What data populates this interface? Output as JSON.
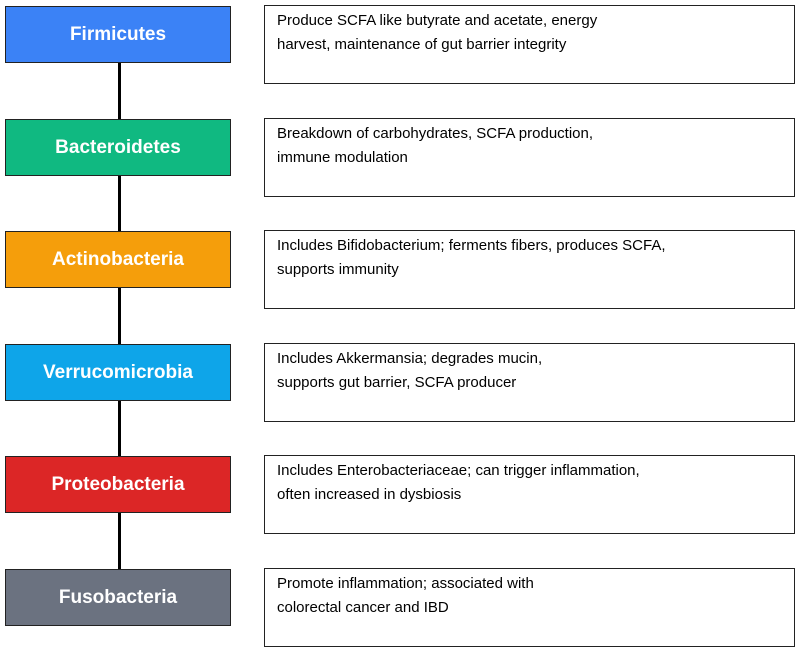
{
  "phyla": [
    {
      "name": "Firmicutes",
      "color": "#3b82f6",
      "description": [
        "Produce SCFA like butyrate and acetate, energy",
        "harvest, maintenance of gut barrier integrity"
      ]
    },
    {
      "name": "Bacteroidetes",
      "color": "#10b981",
      "description": [
        "Breakdown of carbohydrates, SCFA production,",
        "immune modulation"
      ]
    },
    {
      "name": "Actinobacteria",
      "color": "#f59e0b",
      "description": [
        "Includes Bifidobacterium; ferments fibers, produces SCFA,",
        "supports immunity"
      ]
    },
    {
      "name": "Verrucomicrobia",
      "color": "#0ea5e9",
      "description": [
        "Includes Akkermansia; degrades mucin,",
        "supports gut barrier, SCFA producer"
      ]
    },
    {
      "name": "Proteobacteria",
      "color": "#dc2626",
      "description": [
        "Includes Enterobacteriaceae; can trigger inflammation,",
        "often increased in dysbiosis"
      ]
    },
    {
      "name": "Fusobacteria",
      "color": "#6b7280",
      "description": [
        "Promote inflammation; associated with",
        "colorectal cancer and IBD"
      ]
    }
  ]
}
